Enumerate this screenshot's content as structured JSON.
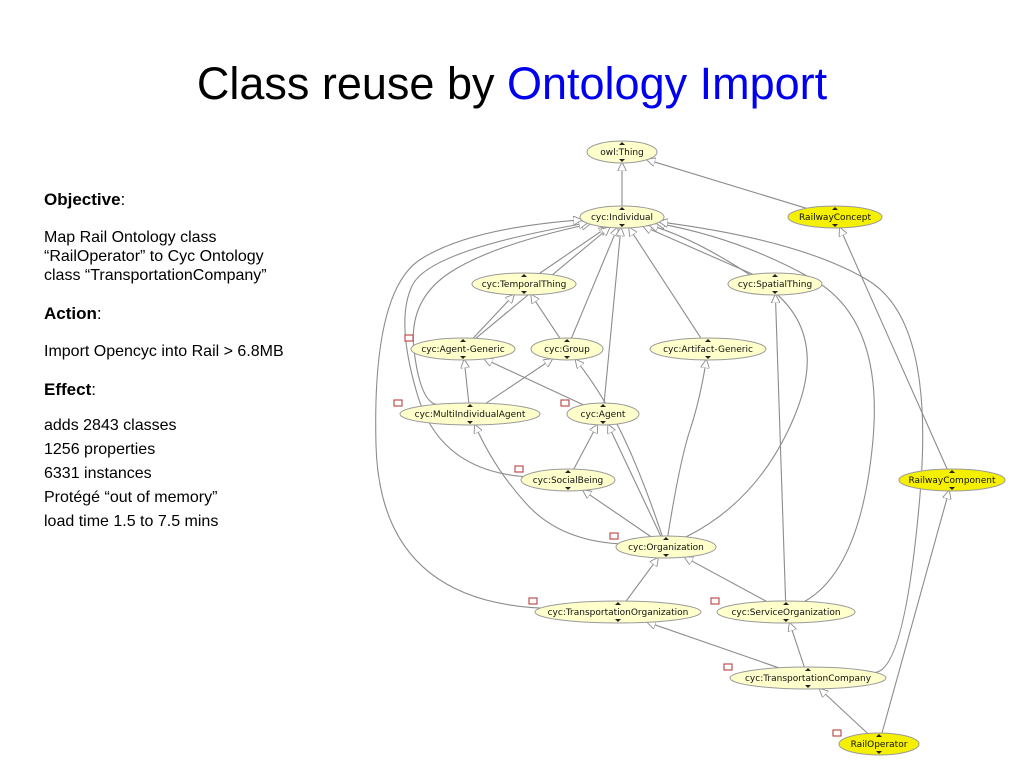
{
  "title": {
    "prefix": "Class reuse by ",
    "accent": "Ontology Import"
  },
  "objective": {
    "label": "Objective",
    "colon": ":",
    "lines": [
      "Map Rail Ontology class",
      "“RailOperator” to Cyc Ontology",
      "class “TransportationCompany”"
    ]
  },
  "action": {
    "label": "Action",
    "colon": ":",
    "text": "Import Opencyc into Rail > 6.8MB"
  },
  "effect": {
    "label": "Effect",
    "colon": ":",
    "lines": [
      "adds 2843 classes",
      "1256 properties",
      "6331 instances",
      "Protégé “out of memory”",
      "load time 1.5 to 7.5 mins"
    ]
  },
  "colors": {
    "accent": "#0000ee",
    "cyc_node": "#ffffcc",
    "rail_node": "#f5f000",
    "edge": "#8c8c8c",
    "marker": "#c0504d"
  },
  "diagram": {
    "nodes": [
      {
        "id": "thing",
        "label": "owl:Thing",
        "style": "cyc"
      },
      {
        "id": "individual",
        "label": "cyc:Individual",
        "style": "cyc"
      },
      {
        "id": "railwayconcept",
        "label": "RailwayConcept",
        "style": "rail"
      },
      {
        "id": "temporal",
        "label": "cyc:TemporalThing",
        "style": "cyc"
      },
      {
        "id": "spatial",
        "label": "cyc:SpatialThing",
        "style": "cyc"
      },
      {
        "id": "agentgeneric",
        "label": "cyc:Agent-Generic",
        "style": "cyc"
      },
      {
        "id": "group",
        "label": "cyc:Group",
        "style": "cyc"
      },
      {
        "id": "artifact",
        "label": "cyc:Artifact-Generic",
        "style": "cyc"
      },
      {
        "id": "multiagent",
        "label": "cyc:MultiIndividualAgent",
        "style": "cyc"
      },
      {
        "id": "agent",
        "label": "cyc:Agent",
        "style": "cyc"
      },
      {
        "id": "social",
        "label": "cyc:SocialBeing",
        "style": "cyc"
      },
      {
        "id": "railwaycomponent",
        "label": "RailwayComponent",
        "style": "rail"
      },
      {
        "id": "organization",
        "label": "cyc:Organization",
        "style": "cyc"
      },
      {
        "id": "transorg",
        "label": "cyc:TransportationOrganization",
        "style": "cyc"
      },
      {
        "id": "serviceorg",
        "label": "cyc:ServiceOrganization",
        "style": "cyc"
      },
      {
        "id": "transcompany",
        "label": "cyc:TransportationCompany",
        "style": "cyc"
      },
      {
        "id": "railoperator",
        "label": "RailOperator",
        "style": "rail"
      }
    ],
    "edges": [
      {
        "from": "individual",
        "to": "thing"
      },
      {
        "from": "railwayconcept",
        "to": "thing"
      },
      {
        "from": "temporal",
        "to": "individual"
      },
      {
        "from": "spatial",
        "to": "individual"
      },
      {
        "from": "agentgeneric",
        "to": "individual"
      },
      {
        "from": "group",
        "to": "individual"
      },
      {
        "from": "artifact",
        "to": "individual"
      },
      {
        "from": "multiagent",
        "to": "individual"
      },
      {
        "from": "agent",
        "to": "individual"
      },
      {
        "from": "social",
        "to": "individual"
      },
      {
        "from": "organization",
        "to": "individual"
      },
      {
        "from": "transorg",
        "to": "individual"
      },
      {
        "from": "serviceorg",
        "to": "individual"
      },
      {
        "from": "transcompany",
        "to": "individual"
      },
      {
        "from": "agentgeneric",
        "to": "temporal"
      },
      {
        "from": "group",
        "to": "temporal"
      },
      {
        "from": "serviceorg",
        "to": "spatial"
      },
      {
        "from": "multiagent",
        "to": "agentgeneric"
      },
      {
        "from": "agent",
        "to": "agentgeneric"
      },
      {
        "from": "multiagent",
        "to": "group"
      },
      {
        "from": "social",
        "to": "agent"
      },
      {
        "from": "organization",
        "to": "agent"
      },
      {
        "from": "organization",
        "to": "multiagent"
      },
      {
        "from": "organization",
        "to": "social"
      },
      {
        "from": "organization",
        "to": "group"
      },
      {
        "from": "organization",
        "to": "artifact"
      },
      {
        "from": "transorg",
        "to": "organization"
      },
      {
        "from": "serviceorg",
        "to": "organization"
      },
      {
        "from": "transcompany",
        "to": "transorg"
      },
      {
        "from": "transcompany",
        "to": "serviceorg"
      },
      {
        "from": "railwaycomponent",
        "to": "railwayconcept"
      },
      {
        "from": "railoperator",
        "to": "transcompany"
      },
      {
        "from": "railoperator",
        "to": "railwaycomponent"
      }
    ]
  }
}
